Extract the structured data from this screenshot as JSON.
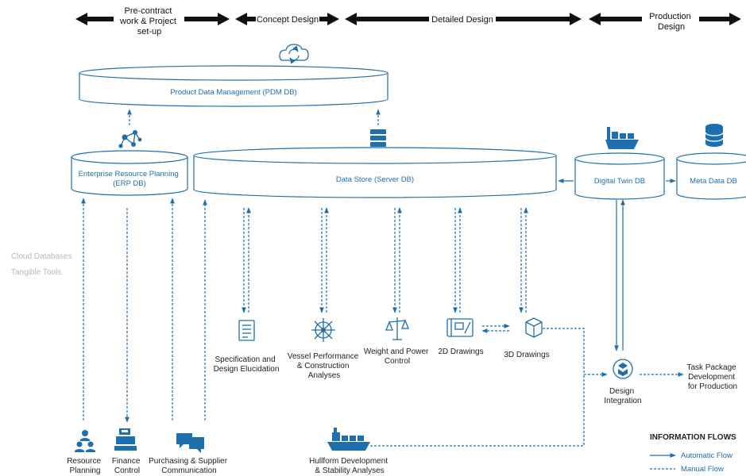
{
  "phases": {
    "pre_contract": [
      "Pre-contract",
      "work & Project",
      "set-up"
    ],
    "concept": "Concept Design",
    "detailed": "Detailed Design",
    "production": [
      "Production",
      "Design"
    ]
  },
  "databases": {
    "pdm": "Product Data Management (PDM DB)",
    "erp": [
      "Enterprise Resource Planning",
      "(ERP DB)"
    ],
    "data_store": "Data Store (Server DB)",
    "digital_twin": "Digital Twin DB",
    "meta_data": "Meta Data DB"
  },
  "layers": {
    "cloud": "Cloud Databases",
    "tangible": "Tangible Tools"
  },
  "tools": {
    "spec": [
      "Specification and",
      "Design Elucidation"
    ],
    "vessel": [
      "Vessel Performance",
      "& Construction",
      "Analyses"
    ],
    "weight": [
      "Weight and Power",
      "Control"
    ],
    "drawings_2d": "2D Drawings",
    "drawings_3d": "3D Drawings",
    "design_integration": [
      "Design",
      "Integration"
    ],
    "task_package": [
      "Task Package",
      "Development",
      "for Production"
    ],
    "resource": [
      "Resource",
      "Planning"
    ],
    "finance": [
      "Finance",
      "Control"
    ],
    "purchasing": [
      "Purchasing & Supplier",
      "Communication"
    ],
    "hullform": [
      "Hullform Development",
      "& Stability Analyses"
    ]
  },
  "legend": {
    "title": "INFORMATION FLOWS",
    "automatic": "Automatic Flow",
    "manual": "Manual Flow"
  },
  "icons": [
    "cloud-sync-icon",
    "network-icon",
    "server-icon",
    "cargo-ship-icon",
    "database-icon",
    "checklist-icon",
    "ship-wheel-icon",
    "scale-icon",
    "blueprint-icon",
    "cube-icon",
    "cycle-icon",
    "users-icon",
    "cash-register-icon",
    "chat-icon",
    "ship-icon"
  ],
  "colors": {
    "accent": "#1d6fae",
    "arrows": "#111111",
    "muted": "#b8b8b8"
  }
}
